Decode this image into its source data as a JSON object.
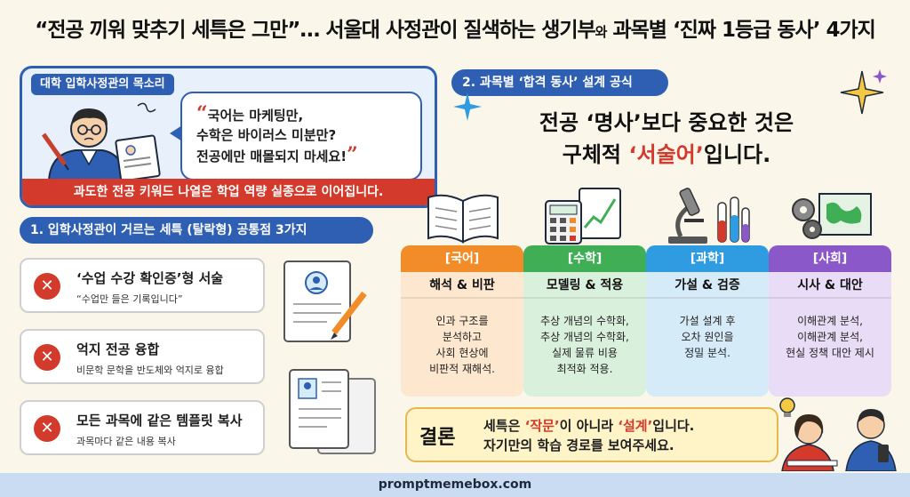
{
  "title": {
    "main": "“전공 끼워 맞추기 세특은 그만”… 서울대 사정관이 질색하는 생기부",
    "wa": "와",
    "tail": " 과목별 ‘진짜 1등급 동사’ 4가지"
  },
  "voice": {
    "tag": "대학 입학사정관의 목소리",
    "quote_open": "“",
    "line1": "국어는 마케팅만,",
    "line2": "수학은 바이러스 미분만?",
    "line3": "전공에만 매몰되지 마세요!",
    "quote_close": "”",
    "warning": "과도한 전공 키워드 나열은 학업 역량 실종으로 이어집니다."
  },
  "section1": {
    "tag": "1. 입학사정관이 거르는 세특 (탈락형) 공통점 3가지",
    "items": [
      {
        "title": "‘수업 수강 확인증’형 서술",
        "sub": "“수업만 들은 기록입니다”"
      },
      {
        "title": "억지 전공 융합",
        "sub": "비문학 문학을 반도체와 억지로 융합"
      },
      {
        "title": "모든 과목에 같은 템플릿 복사",
        "sub": "과목마다 같은 내용 복사"
      }
    ]
  },
  "section2": {
    "tag": "2. 과목별 ‘합격 동사’ 설계 공식",
    "headline_a": "전공 ‘명사’보다 중요한 것은",
    "headline_b_pre": "구체적 ",
    "headline_b_red": "‘서술어’",
    "headline_b_post": "입니다."
  },
  "subjects": [
    {
      "name": "[국어]",
      "theme": "해석 & 비판",
      "body": [
        "인과 구조를",
        "분석하고",
        "사회 현상에",
        "비판적 재해석."
      ],
      "color": "#f28c28",
      "tint": "#fde7cf"
    },
    {
      "name": "[수학]",
      "theme": "모델링 & 적용",
      "body": [
        "추상 개념의 수학화,",
        "추상 개념의 수학화,",
        "실제 물류 비용",
        "최적화 적용."
      ],
      "color": "#3fae55",
      "tint": "#d9f0dc"
    },
    {
      "name": "[과학]",
      "theme": "가설 & 검증",
      "body": [
        "가설 설계 후",
        "오차 원인을",
        "정밀 분석."
      ],
      "color": "#2f9be0",
      "tint": "#d6ebf8"
    },
    {
      "name": "[사회]",
      "theme": "시사 & 대안",
      "body": [
        "이해관계 분석,",
        "이해관계 분석,",
        "현실 정책 대안 제시"
      ],
      "color": "#8b58c9",
      "tint": "#e8dcf6"
    }
  ],
  "conclusion": {
    "label": "결론",
    "l1_pre": "세특은 ",
    "l1_hl1": "‘작문’",
    "l1_mid": "이 아니라 ",
    "l1_hl2": "‘설계’",
    "l1_post": "입니다.",
    "line2": "자기만의 학습 경로를 보여주세요."
  },
  "footer": "promptmemebox.com",
  "colors": {
    "primary": "#2f5fb3",
    "alert": "#d33a2c",
    "background": "#fbf6ea"
  }
}
